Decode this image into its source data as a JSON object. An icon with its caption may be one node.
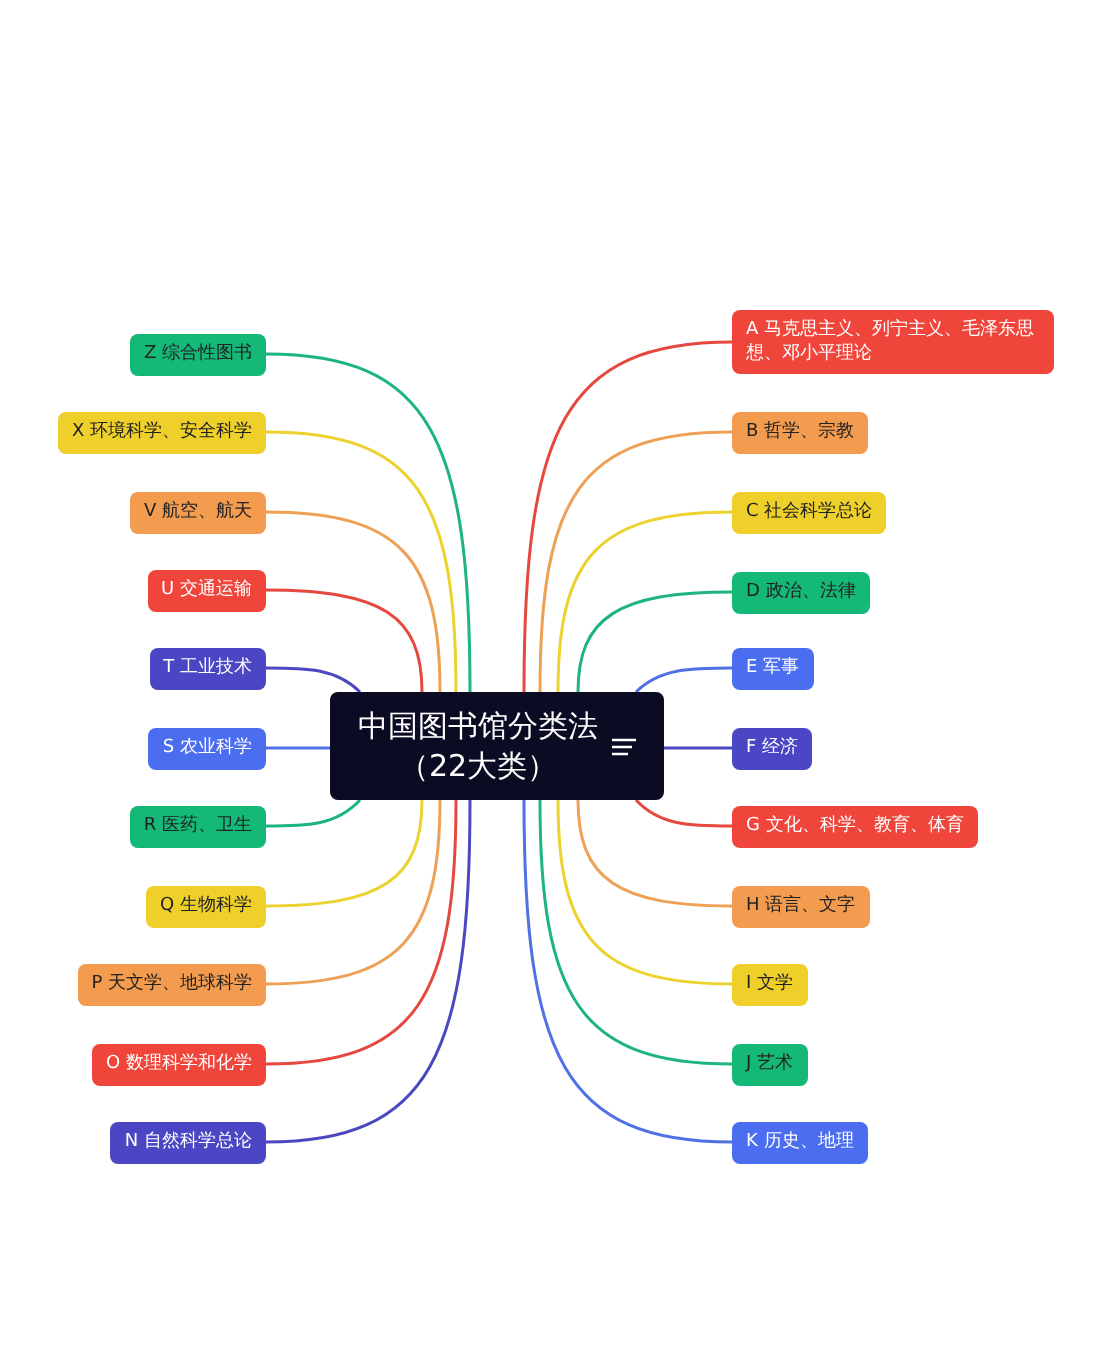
{
  "diagram": {
    "nodes": [
      {
        "text": [
          "中国图书馆分类法（22大类）"
        ]
      },
      {
        "text": [
          "A 马克思主义、列宁主义、毛泽东思想、邓小平理论"
        ]
      },
      {
        "text": [
          "B 哲学、宗教"
        ]
      },
      {
        "text": [
          "C 社会科学总论"
        ]
      },
      {
        "text": [
          "D 政治、法律"
        ]
      },
      {
        "text": [
          "E 军事"
        ]
      },
      {
        "text": [
          "F 经济"
        ]
      },
      {
        "text": [
          "G 文化、科学、教育、体育"
        ]
      },
      {
        "text": [
          "H 语言、文字"
        ]
      },
      {
        "text": [
          "I 文学"
        ]
      },
      {
        "text": [
          "J 艺术"
        ]
      },
      {
        "text": [
          "K 历史、地理"
        ]
      },
      {
        "text": [
          "Z 综合性图书"
        ]
      },
      {
        "text": [
          "X 环境科学、安全科学"
        ]
      },
      {
        "text": [
          "V 航空、航天"
        ]
      },
      {
        "text": [
          "U 交通运输"
        ]
      },
      {
        "text": [
          "T 工业技术"
        ]
      },
      {
        "text": [
          "S 农业科学"
        ]
      },
      {
        "text": [
          "R 医药、卫生"
        ]
      },
      {
        "text": [
          "Q 生物科学"
        ]
      },
      {
        "text": [
          "P 天文学、地球科学"
        ]
      },
      {
        "text": [
          "O 数理科学和化学"
        ]
      },
      {
        "text": [
          "N 自然科学总论"
        ]
      }
    ],
    "edges": [
      {
        "from": 0,
        "to": 1,
        "arrow": "none",
        "color": "#e5483f"
      },
      {
        "from": 0,
        "to": 2,
        "arrow": "none",
        "color": "#eea055"
      },
      {
        "from": 0,
        "to": 3,
        "arrow": "none",
        "color": "#ecd22e"
      },
      {
        "from": 0,
        "to": 4,
        "arrow": "none",
        "color": "#1db57c"
      },
      {
        "from": 0,
        "to": 5,
        "arrow": "none",
        "color": "#5070e6"
      },
      {
        "from": 0,
        "to": 6,
        "arrow": "none",
        "color": "#4a47bf"
      },
      {
        "from": 0,
        "to": 7,
        "arrow": "none",
        "color": "#e5483f"
      },
      {
        "from": 0,
        "to": 8,
        "arrow": "none",
        "color": "#eea055"
      },
      {
        "from": 0,
        "to": 9,
        "arrow": "none",
        "color": "#ecd22e"
      },
      {
        "from": 0,
        "to": 10,
        "arrow": "none",
        "color": "#1db57c"
      },
      {
        "from": 0,
        "to": 11,
        "arrow": "none",
        "color": "#5070e6"
      },
      {
        "from": 0,
        "to": 12,
        "arrow": "none",
        "color": "#1db57c"
      },
      {
        "from": 0,
        "to": 13,
        "arrow": "none",
        "color": "#ecd22e"
      },
      {
        "from": 0,
        "to": 14,
        "arrow": "none",
        "color": "#eea055"
      },
      {
        "from": 0,
        "to": 15,
        "arrow": "none",
        "color": "#e5483f"
      },
      {
        "from": 0,
        "to": 16,
        "arrow": "none",
        "color": "#4a47bf"
      },
      {
        "from": 0,
        "to": 17,
        "arrow": "none",
        "color": "#5070e6"
      },
      {
        "from": 0,
        "to": 18,
        "arrow": "none",
        "color": "#1db57c"
      },
      {
        "from": 0,
        "to": 19,
        "arrow": "none",
        "color": "#ecd22e"
      },
      {
        "from": 0,
        "to": 20,
        "arrow": "none",
        "color": "#eea055"
      },
      {
        "from": 0,
        "to": 21,
        "arrow": "none",
        "color": "#e5483f"
      },
      {
        "from": 0,
        "to": 22,
        "arrow": "none",
        "color": "#4a47bf"
      }
    ]
  }
}
